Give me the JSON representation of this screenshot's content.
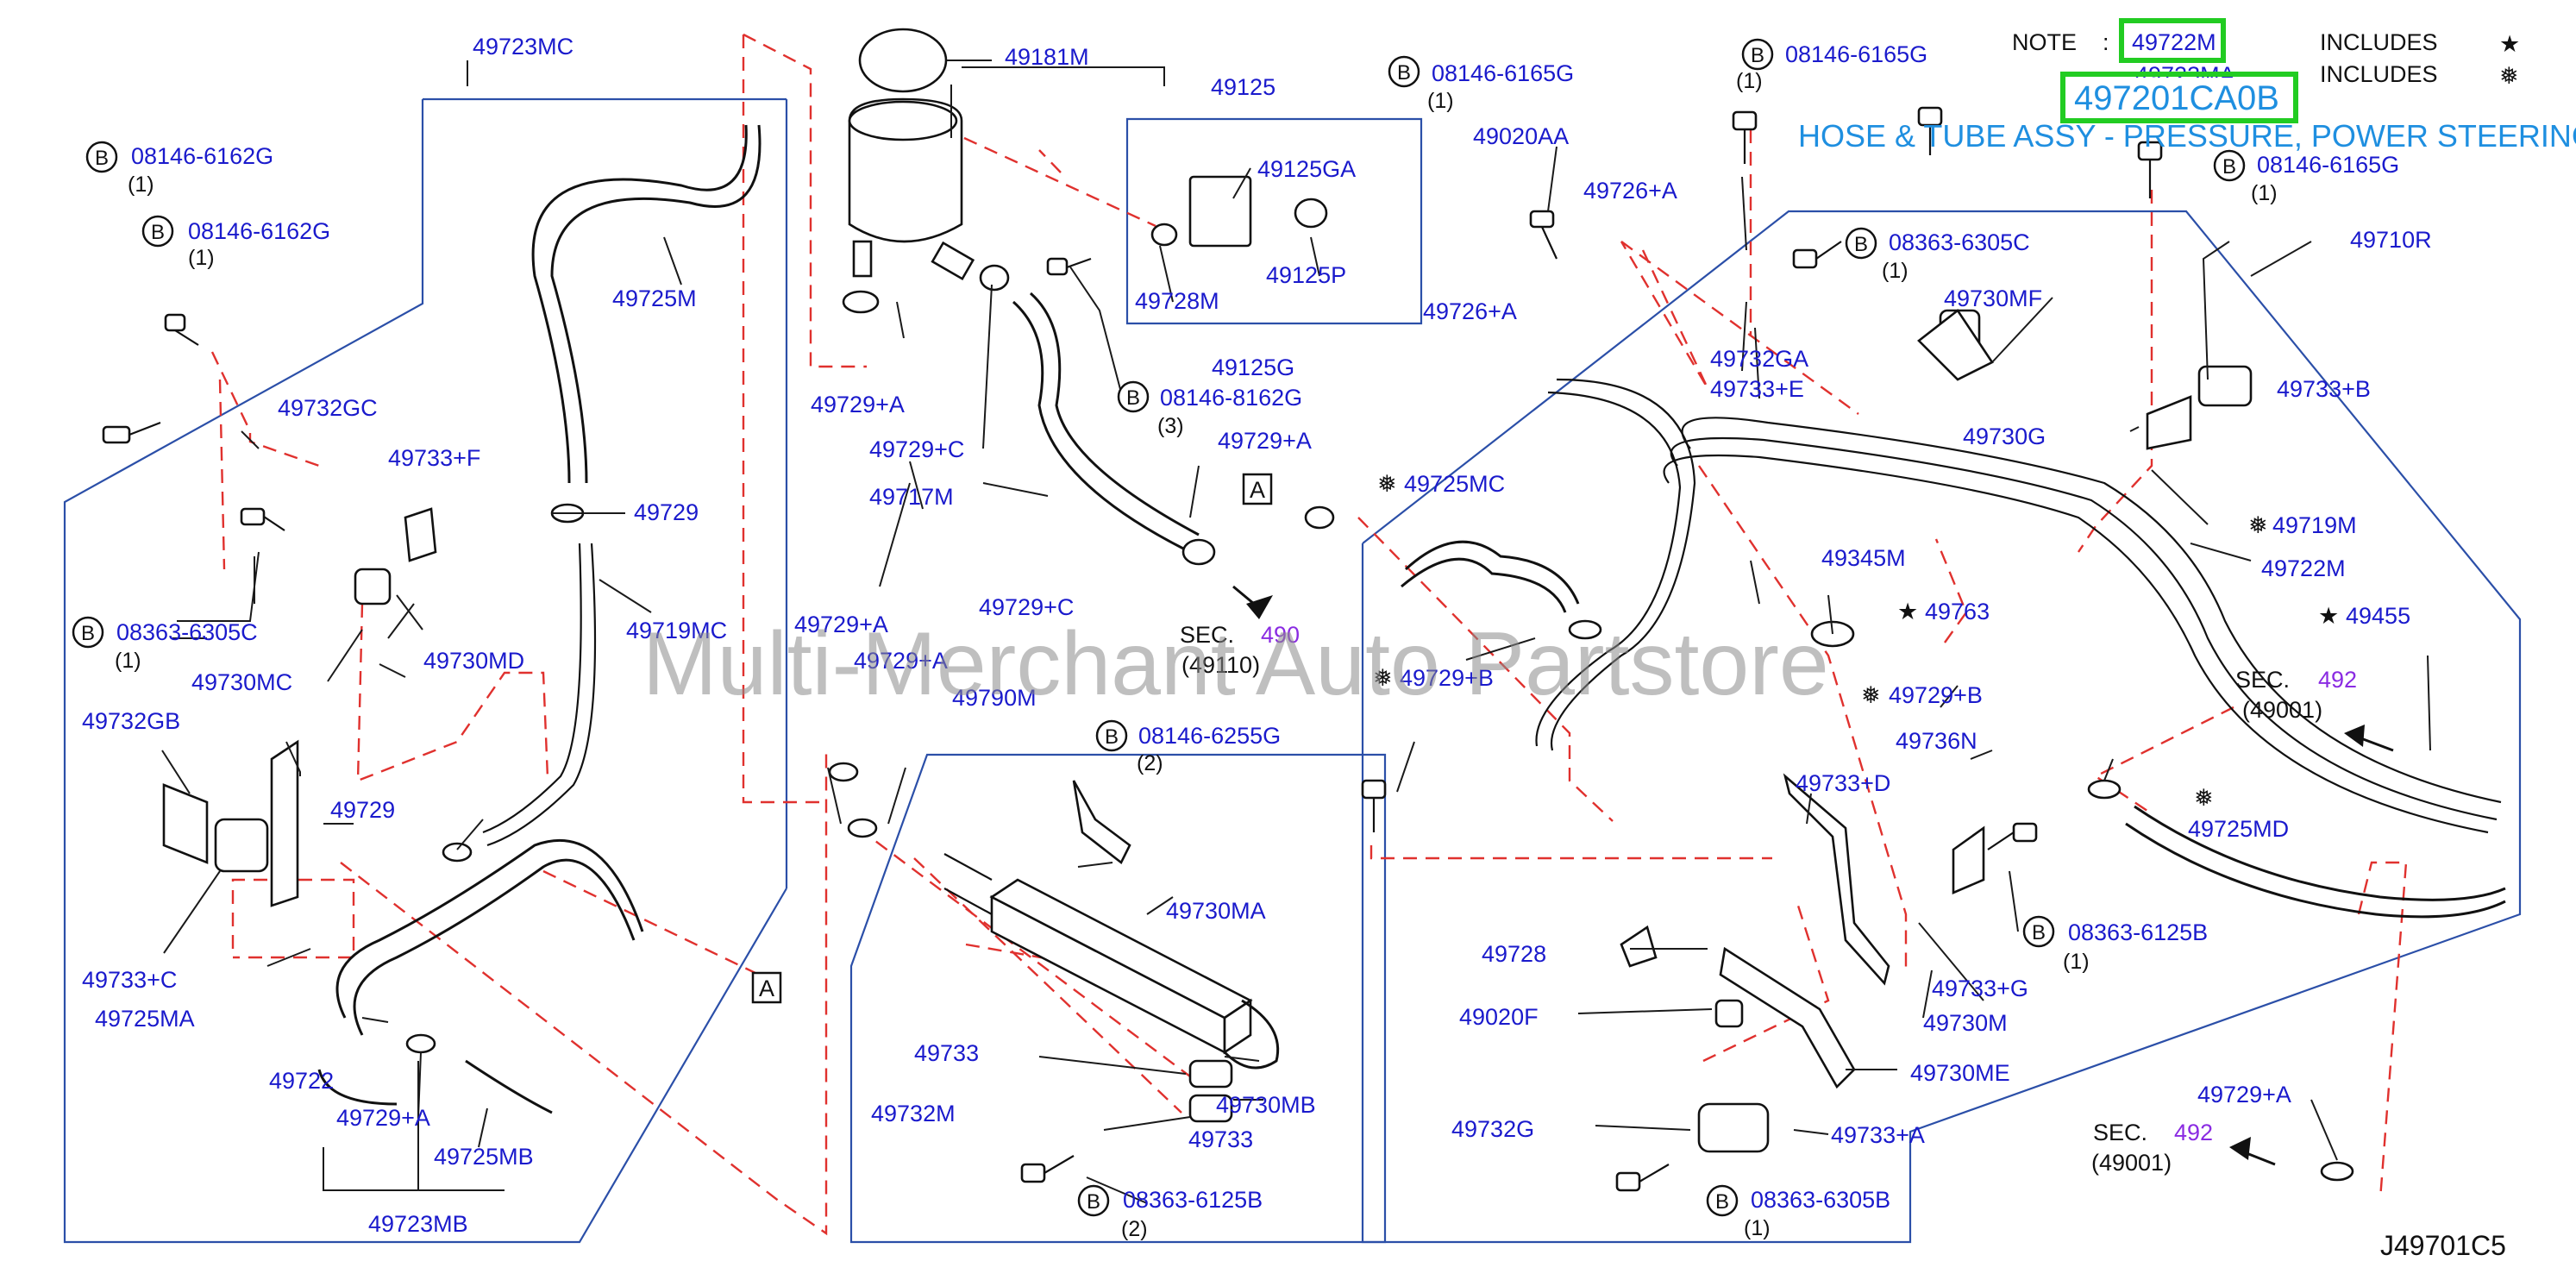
{
  "note": {
    "label": "NOTE",
    "colon": ":",
    "part1": "49722M",
    "includes1": "INCLUDES",
    "part2": "49723MA",
    "includes2": "INCLUDES",
    "highlight_code": "497201CA0B",
    "description": "HOSE & TUBE ASSY - PRESSURE, POWER STEERING"
  },
  "watermark": "Multi-Merchant Auto Partstore",
  "diagram_id": "J49701C5",
  "ref_a": "A",
  "bolt_prefix": "B",
  "labels": {
    "p49723MC": "49723MC",
    "p49181M": "49181M",
    "p49125": "49125",
    "b08146_6165G_a": "08146-6165G",
    "b08146_6165G_b": "08146-6165G",
    "b08146_6165G_c": "08146-6165G",
    "b08146_6162G_a": "08146-6162G",
    "b08146_6162G_b": "08146-6162G",
    "p49125GA": "49125GA",
    "p49020AA": "49020AA",
    "p49726A_1": "49726+A",
    "p49726A_2": "49726+A",
    "p49725M": "49725M",
    "p49125P": "49125P",
    "p49728M": "49728M",
    "b08363_6305C_a": "08363-6305C",
    "b08363_6305C_b": "08363-6305C",
    "p49710R": "49710R",
    "p49730MF": "49730MF",
    "p49732GA": "49732GA",
    "p49733E": "49733+E",
    "p49733B": "49733+B",
    "p49730G": "49730G",
    "p49729A_1": "49729+A",
    "p49729A_2": "49729+A",
    "p49729A_3": "49729+A",
    "p49729A_4": "49729+A",
    "p49729A_5": "49729+A",
    "p49729A_6": "49729+A",
    "p49125G": "49125G",
    "b08146_8162G": "08146-8162G",
    "p49732GC": "49732GC",
    "p49733F": "49733+F",
    "p49729C_1": "49729+C",
    "p49729C_2": "49729+C",
    "p49717M": "49717M",
    "p49725MC": "49725MC",
    "p49719M": "49719M",
    "p49722M": "49722M",
    "p49729_1": "49729",
    "p49729_2": "49729",
    "p49345M": "49345M",
    "p49719MC": "49719MC",
    "p49730MD": "49730MD",
    "p49763": "49763",
    "p49455": "49455",
    "sec490": "SEC.",
    "sec490_num": "490",
    "sec490_sub": "(49110)",
    "p49729B_1": "49729+B",
    "p49729B_2": "49729+B",
    "p49790M": "49790M",
    "p49730MC": "49730MC",
    "p49732GB": "49732GB",
    "sec492": "SEC.",
    "sec492_num": "492",
    "sec492_sub": "(49001)",
    "sec492b": "SEC.",
    "sec492b_num": "492",
    "sec492b_sub": "(49001)",
    "b08146_6255G": "08146-6255G",
    "p49736N": "49736N",
    "p49733D": "49733+D",
    "p49725MD": "49725MD",
    "p49733C": "49733+C",
    "p49730MA": "49730MA",
    "b08363_6125B_a": "08363-6125B",
    "b08363_6125B_b": "08363-6125B",
    "p49725MA": "49725MA",
    "p49728": "49728",
    "p49733G": "49733+G",
    "p49733": "49733",
    "p49733_2": "49733",
    "p49020F": "49020F",
    "p49730M": "49730M",
    "p49730MB": "49730MB",
    "p49722": "49722",
    "p49732M": "49732M",
    "p49730ME": "49730ME",
    "p49725MB": "49725MB",
    "p49732G": "49732G",
    "p49733A": "49733+A",
    "b08363_6305B": "08363-6305B",
    "p49723MB": "49723MB"
  },
  "qty": {
    "q1": "(1)",
    "q2": "(2)",
    "q3": "(3)"
  },
  "marks": {
    "star": "★",
    "snow": "❅"
  }
}
